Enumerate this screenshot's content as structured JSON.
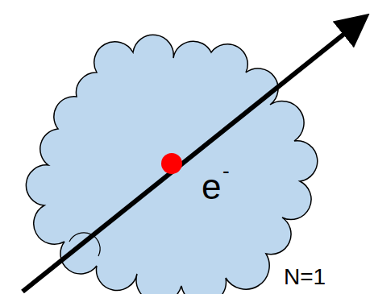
{
  "diagram": {
    "labels": [
      "e",
      "-",
      "N=1"
    ]
  }
}
